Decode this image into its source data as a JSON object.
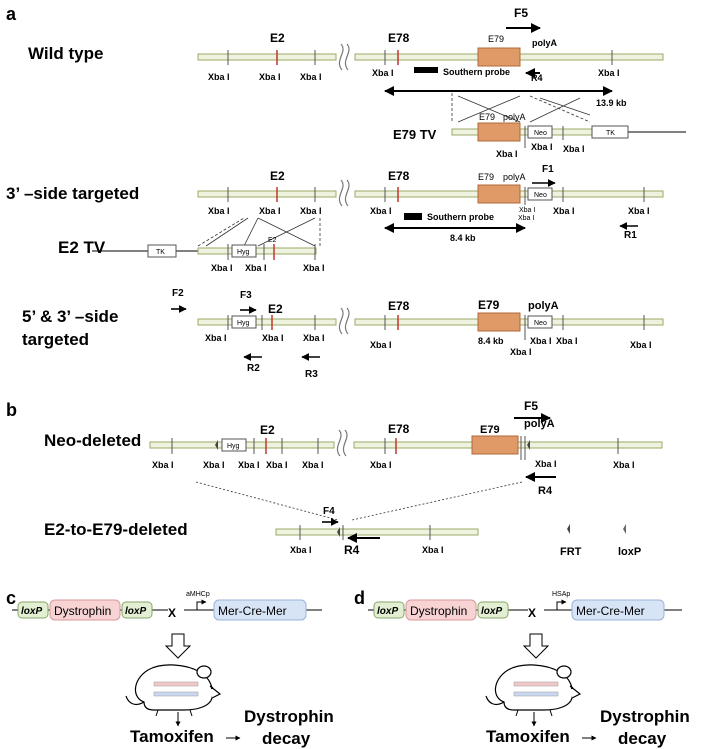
{
  "panels": {
    "a": "a",
    "b": "b",
    "c": "c",
    "d": "d"
  },
  "rows": {
    "wild_type": "Wild type",
    "three_prime": "3’ –side targeted",
    "e2_tv": "E2 TV",
    "five_three_line1": "5’ & 3’ –side",
    "five_three_line2": "targeted",
    "neo_deleted": "Neo-deleted",
    "e2_e79_deleted": "E2-to-E79-deleted"
  },
  "labels": {
    "e2": "E2",
    "e78": "E78",
    "e79": "E79",
    "polya": "polyA",
    "xba": "Xba I",
    "neo": "Neo",
    "hyg": "Hyg",
    "tk": "TK",
    "southern": "Southern probe",
    "e79tv": "E79 TV",
    "kb139": "13.9 kb",
    "kb84": "8.4 kb",
    "frt": "FRT",
    "loxp": "loxP"
  },
  "primers": {
    "f1": "F1",
    "f2": "F2",
    "f3": "F3",
    "f4": "F4",
    "f5": "F5",
    "r1": "R1",
    "r2": "R2",
    "r3": "R3",
    "r4": "R4"
  },
  "breeding": {
    "loxp": "loxP",
    "dystrophin": "Dystrophin",
    "cross": "X",
    "merc": "Mer-Cre-Mer",
    "promoter_c": "aMHCp",
    "promoter_d": "HSAp",
    "tamoxifen": "Tamoxifen",
    "decay1": "Dystrophin",
    "decay2": "decay"
  },
  "colors": {
    "dna": "#eef2de",
    "dna_edge": "#9aaa68",
    "exon79": "#e09a68",
    "marker": "#c0392b",
    "pink": "#f7d3d3",
    "blue": "#d7e4f5",
    "green": "#e2efd2"
  }
}
